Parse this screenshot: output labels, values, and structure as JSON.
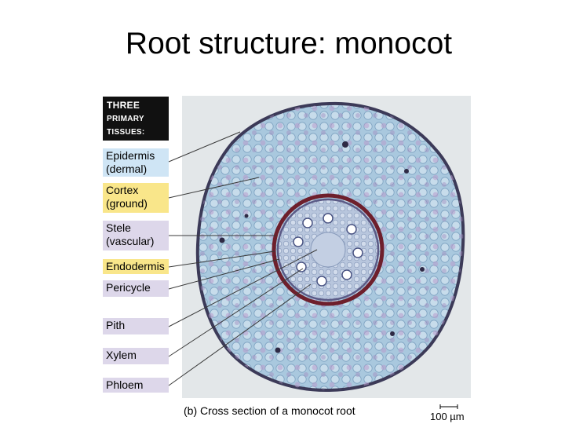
{
  "slide": {
    "title": "Root structure: monocot"
  },
  "figure": {
    "header": [
      "THREE",
      "PRIMARY",
      "TISSUES:"
    ],
    "labels": {
      "epidermis": [
        "Epidermis",
        "(dermal)"
      ],
      "cortex": [
        "Cortex",
        "(ground)"
      ],
      "stele": [
        "Stele",
        "(vascular)"
      ],
      "endodermis": "Endodermis",
      "pericycle": "Pericycle",
      "pith": "Pith",
      "xylem": "Xylem",
      "phloem": "Phloem"
    },
    "caption": "(b) Cross section of a monocot root",
    "scale_bar": "100 µm",
    "colors": {
      "dermal": "#cfe5f5",
      "ground": "#f9e68a",
      "vascular": "#ddd7ea",
      "cortex_tissue": "#a9c8de",
      "endodermis_ring": "#6e1f2c"
    }
  }
}
